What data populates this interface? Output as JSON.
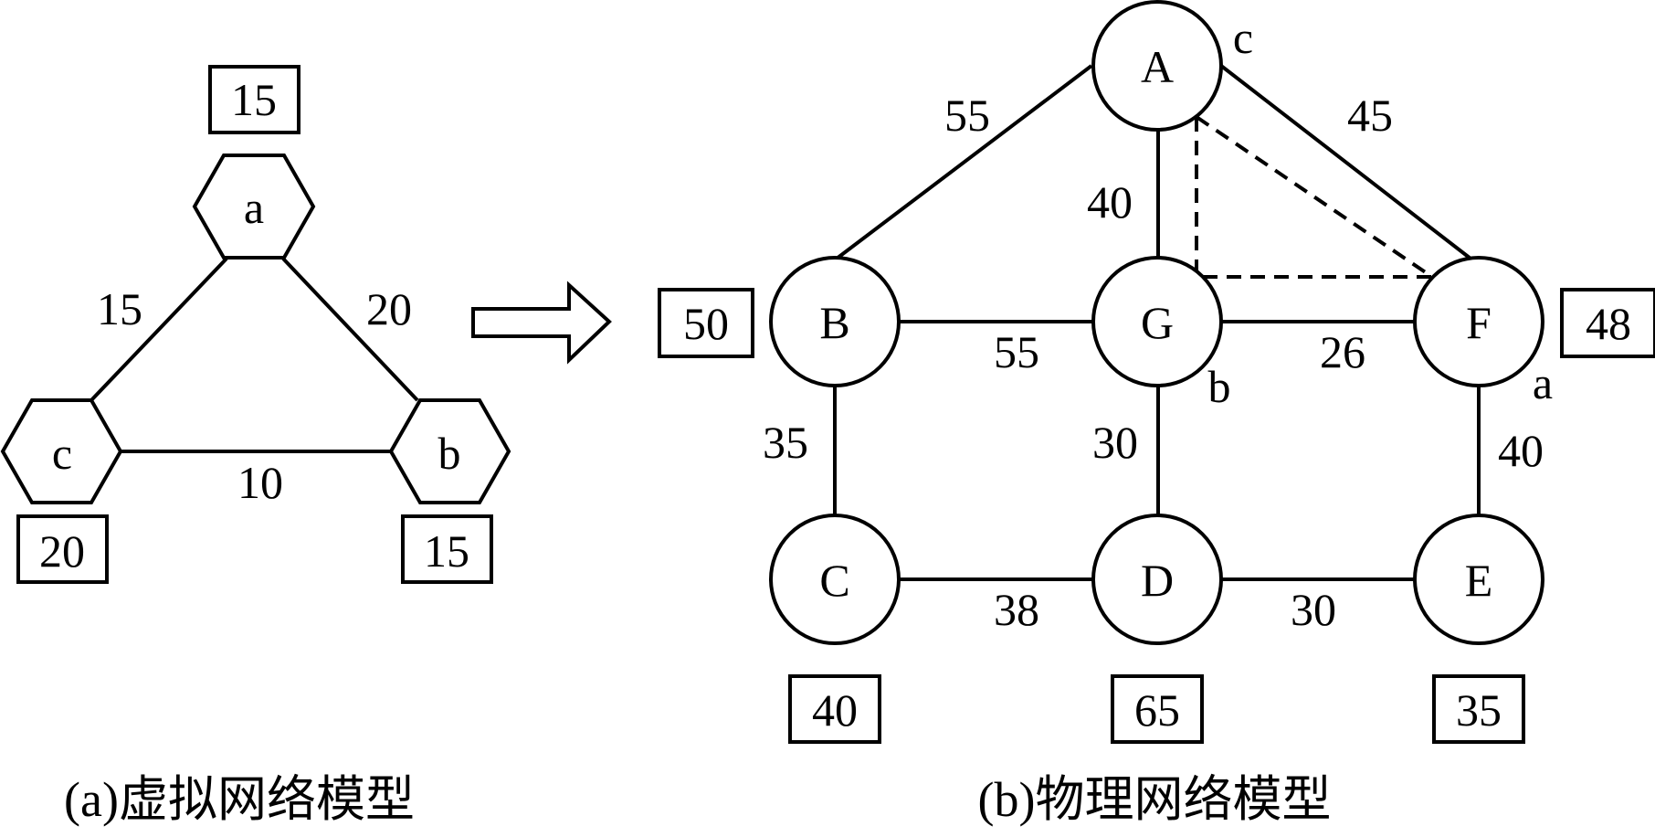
{
  "virtual": {
    "caption": "(a)虚拟网络模型",
    "nodes": [
      {
        "id": "a",
        "label": "a",
        "demand": "15"
      },
      {
        "id": "b",
        "label": "b",
        "demand": "15"
      },
      {
        "id": "c",
        "label": "c",
        "demand": "20"
      }
    ],
    "links": [
      {
        "from": "a",
        "to": "c",
        "weight": "15"
      },
      {
        "from": "a",
        "to": "b",
        "weight": "20"
      },
      {
        "from": "c",
        "to": "b",
        "weight": "10"
      }
    ]
  },
  "physical": {
    "caption": "(b)物理网络模型",
    "nodes": [
      {
        "id": "A",
        "label": "A",
        "capacity": ""
      },
      {
        "id": "B",
        "label": "B",
        "capacity": "50"
      },
      {
        "id": "G",
        "label": "G",
        "capacity": ""
      },
      {
        "id": "F",
        "label": "F",
        "capacity": "48"
      },
      {
        "id": "C",
        "label": "C",
        "capacity": "40"
      },
      {
        "id": "D",
        "label": "D",
        "capacity": "65"
      },
      {
        "id": "E",
        "label": "E",
        "capacity": "35"
      }
    ],
    "links": [
      {
        "from": "A",
        "to": "B",
        "weight": "55"
      },
      {
        "from": "A",
        "to": "F",
        "weight": "45"
      },
      {
        "from": "A",
        "to": "G",
        "weight": "40"
      },
      {
        "from": "B",
        "to": "G",
        "weight": "55"
      },
      {
        "from": "G",
        "to": "F",
        "weight": "26"
      },
      {
        "from": "B",
        "to": "C",
        "weight": "35"
      },
      {
        "from": "G",
        "to": "D",
        "weight": "30"
      },
      {
        "from": "F",
        "to": "E",
        "weight": "40"
      },
      {
        "from": "C",
        "to": "D",
        "weight": "38"
      },
      {
        "from": "D",
        "to": "E",
        "weight": "30"
      }
    ],
    "mapping": [
      {
        "virtual": "c",
        "physical": "A"
      },
      {
        "virtual": "b",
        "physical": "G"
      },
      {
        "virtual": "a",
        "physical": "F"
      }
    ]
  }
}
